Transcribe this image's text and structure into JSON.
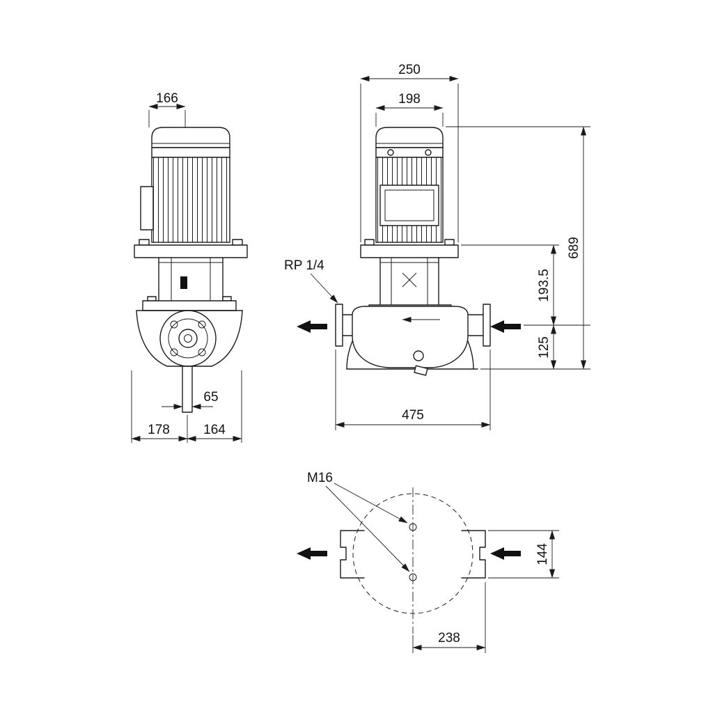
{
  "colors": {
    "line": "#1a1a1a",
    "background": "#ffffff",
    "arrow_fill": "#111111"
  },
  "side_view": {
    "dim_width": "166",
    "dim_port": "65",
    "dim_left": "178",
    "dim_right": "164"
  },
  "front_view": {
    "dim_overall_width": "250",
    "dim_motor_width": "198",
    "dim_total_height": "689",
    "dim_head_height": "193.5",
    "dim_port_height": "125",
    "dim_port_span": "475",
    "label_gauge_port": "RP 1/4"
  },
  "top_view": {
    "dim_flange_width": "144",
    "dim_center_to_flange": "238",
    "label_bolt_size": "M16"
  }
}
